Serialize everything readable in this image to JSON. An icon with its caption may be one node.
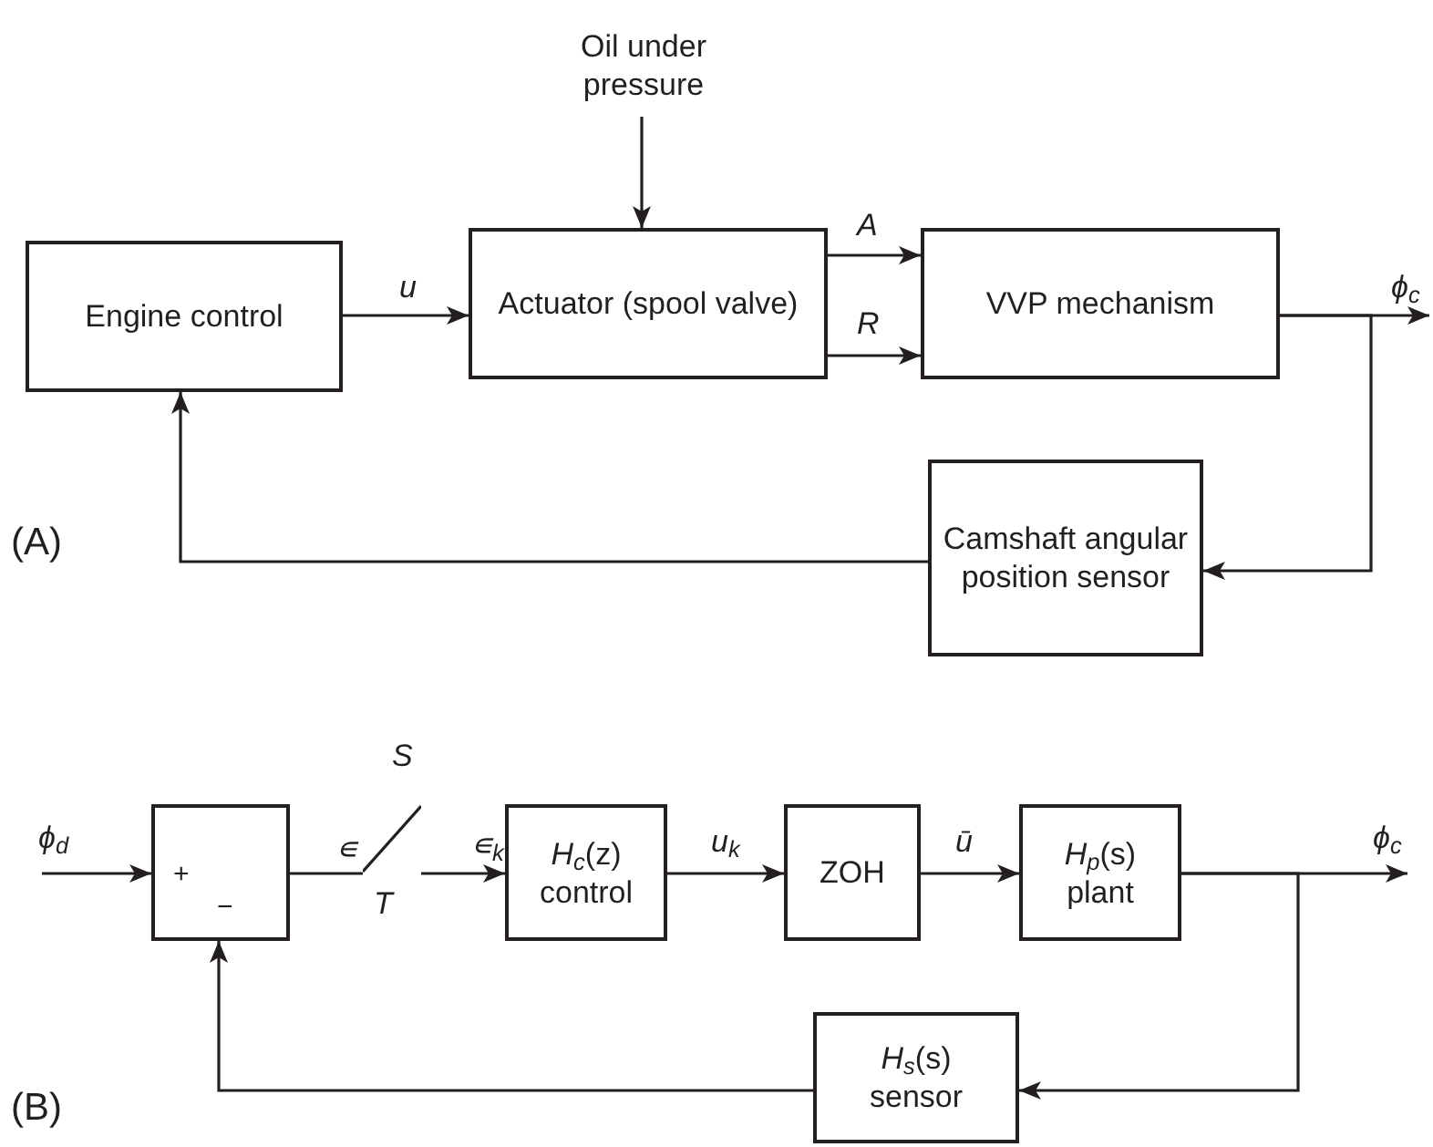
{
  "diagram": {
    "nodes": [
      {
        "text": [
          "Engine control"
        ]
      },
      {
        "text": [
          "Oil under pressure"
        ]
      },
      {
        "text": [
          "Actuator (spool valve)"
        ]
      },
      {
        "text": [
          "VVP mechanism"
        ]
      },
      {
        "text": [
          "Camshaft angular position sensor"
        ]
      },
      {
        "text": [
          "+",
          "−"
        ]
      },
      {
        "text": [],
        "shape": "switch",
        "beside": [
          "S",
          "T"
        ]
      },
      {
        "text": [
          "*H*$_{c}$(z)",
          "control"
        ]
      },
      {
        "text": [
          "ZOH"
        ]
      },
      {
        "text": [
          "*H*$_{p}$(s)",
          "plant"
        ]
      },
      {
        "text": [
          "*H*$_{s}$(s)",
          "sensor"
        ]
      }
    ],
    "edges": [
      {
        "from": 0,
        "to": 2,
        "arrow": "to",
        "label": "u"
      },
      {
        "from": 1,
        "to": 2,
        "arrow": "to"
      },
      {
        "from": 2,
        "to": 3,
        "arrow": "to",
        "label": "A"
      },
      {
        "from": 2,
        "to": 3,
        "arrow": "to",
        "label": "R"
      },
      {
        "from": 3,
        "to": null,
        "arrow": "to",
        "label": "ϕ$_{c}$"
      },
      {
        "from": 3,
        "to": 4,
        "arrow": "to"
      },
      {
        "from": 4,
        "to": 0,
        "arrow": "to"
      },
      {
        "from": null,
        "to": 5,
        "arrow": "to",
        "label": "ϕ$_{d}$"
      },
      {
        "from": 5,
        "to": 6,
        "arrow": "none",
        "label": "∊"
      },
      {
        "from": 6,
        "to": 7,
        "arrow": "to",
        "label": "∊$_{k}$"
      },
      {
        "from": 7,
        "to": 8,
        "arrow": "to",
        "label": "u$_{k}$"
      },
      {
        "from": 8,
        "to": 9,
        "arrow": "to",
        "label": "ū"
      },
      {
        "from": 9,
        "to": null,
        "arrow": "to",
        "label": "ϕ$_{c}$"
      },
      {
        "from": 9,
        "to": 10,
        "arrow": "to"
      },
      {
        "from": 10,
        "to": 5,
        "arrow": "to"
      }
    ],
    "labels": [
      "(A)",
      "(B)"
    ]
  }
}
